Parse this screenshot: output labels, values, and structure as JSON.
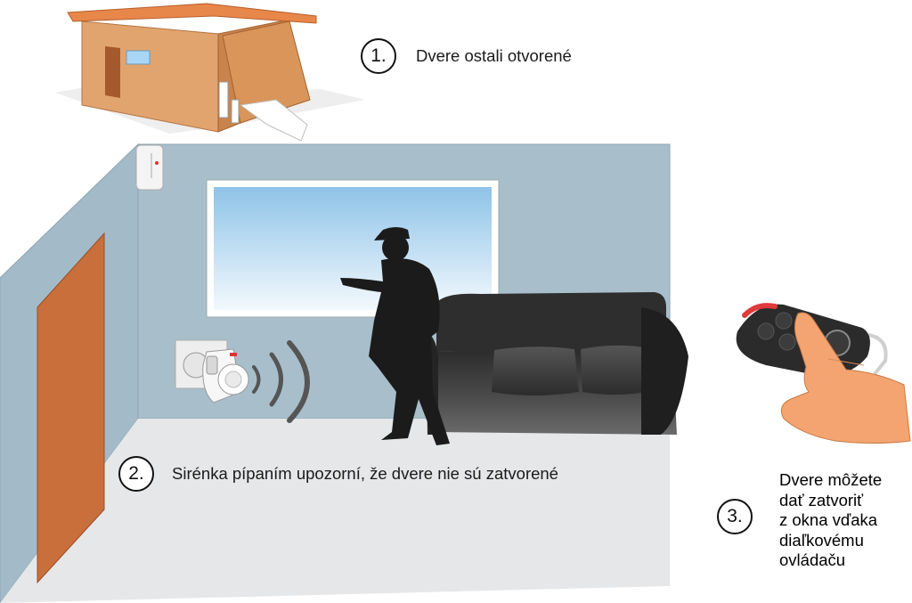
{
  "steps": [
    {
      "number": "1.",
      "text": "Dvere ostali otvorené"
    },
    {
      "number": "2.",
      "text": "Sirénka pípaním upozorní, že dvere nie sú zatvorené"
    },
    {
      "number": "3.",
      "lines": [
        "Dvere môžete",
        "dať zatvoriť",
        "z okna vďaka",
        "diaľkovému",
        "ovládaču"
      ]
    }
  ],
  "colors": {
    "wall": "#a8bfcb",
    "floor": "#e6e7e8",
    "door": "#c96f3c",
    "garage_wall": "#e2a46f",
    "garage_roof": "#e8874a",
    "silhouette": "#1b1b1b",
    "sofa": "#3a3a3a",
    "skin": "#f3a470",
    "remote_accent": "#e03a3a"
  },
  "icons": [
    "garage-illustration",
    "door-sensor-icon",
    "siren-plug-icon",
    "sound-waves-icon",
    "person-silhouette",
    "sofa-illustration",
    "remote-control-icon",
    "hand-icon"
  ]
}
